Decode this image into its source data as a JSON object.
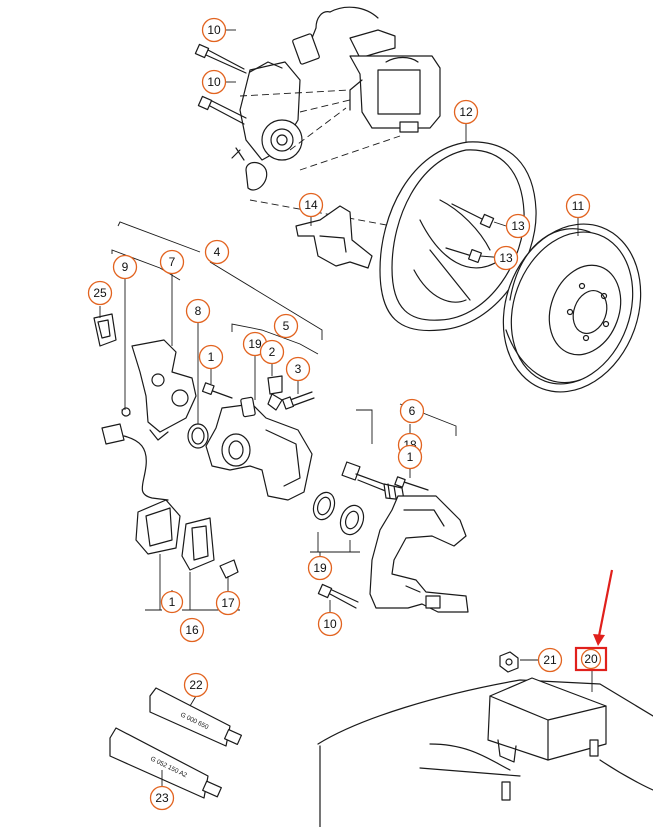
{
  "callouts": {
    "c10a": "10",
    "c10b": "10",
    "c12": "12",
    "c14": "14",
    "c13a": "13",
    "c13b": "13",
    "c11": "11",
    "c9": "9",
    "c7": "7",
    "c4": "4",
    "c25": "25",
    "c8": "8",
    "c19a": "19",
    "c2": "2",
    "c5": "5",
    "c1a": "1",
    "c3": "3",
    "c6": "6",
    "c18": "18",
    "c1b": "1",
    "c19b": "19",
    "c10c": "10",
    "c1c": "1",
    "c16": "16",
    "c17": "17",
    "c21": "21",
    "c20": "20",
    "c22": "22",
    "c23": "23"
  },
  "tubes": {
    "tube_upper_label": "G 000 650",
    "tube_lower_label": "G 052 150 A2"
  },
  "highlight": {
    "target_callout": "20",
    "color": "#e0201c"
  },
  "colors": {
    "callout_ring": "#e2631f",
    "line_art": "#1a1a1a",
    "background": "#ffffff"
  }
}
